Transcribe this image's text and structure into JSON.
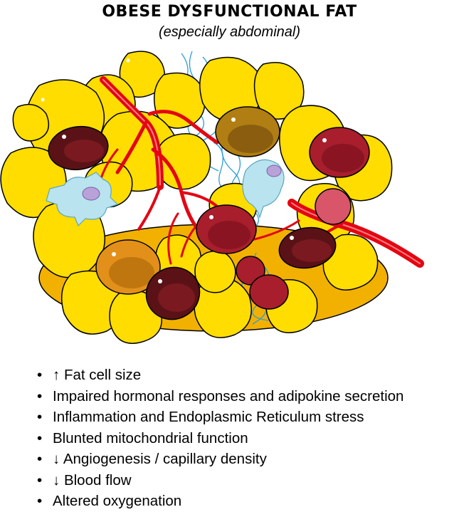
{
  "title": "OBESE DYSFUNCTIONAL FAT",
  "subtitle": "(especially abdominal)",
  "colors": {
    "fat_cell": "#FFDD00",
    "fat_cell_dark": "#E8B800",
    "base": "#F2B100",
    "vessel": "#E30613",
    "capillary": "#2A9FD6",
    "macrophage": "#B9E3EE",
    "nucleus": "#B8A2D8",
    "cell_dark": "#5A1216",
    "cell_red": "#A81E2D",
    "cell_brown": "#B07E12",
    "cell_orange": "#E2901A",
    "cell_pink": "#D8556A"
  },
  "bullet_symbol": "•",
  "points": [
    "↑ Fat cell size",
    "Impaired hormonal responses and adipokine secretion",
    "Inflammation and Endoplasmic Reticulum stress",
    "Blunted mitochondrial function",
    "↓ Angiogenesis / capillary density",
    "↓ Blood flow",
    "Altered oxygenation"
  ]
}
